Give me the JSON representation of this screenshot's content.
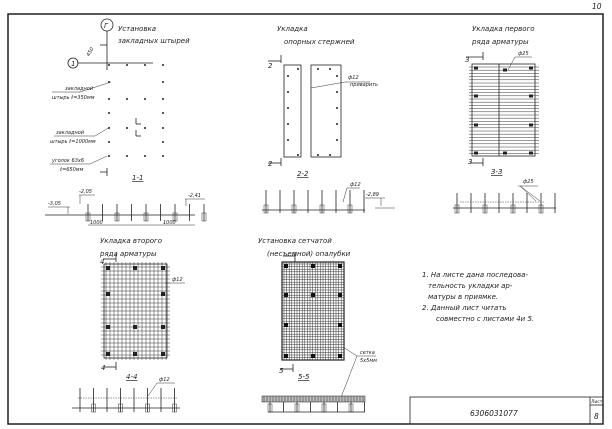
{
  "page_number": "10",
  "sheet": {
    "label": "Лист",
    "number": "8",
    "code": "6306031077"
  },
  "sections": {
    "s1": {
      "marker": "Г",
      "axis": "1",
      "title1": "Установка",
      "title2": "закладных штырей",
      "label_a1": "закладной",
      "label_a2": "штырь ℓ=350мм",
      "label_b1": "закладной",
      "label_b2": "штырь ℓ=1000мм",
      "label_c1": "уголок 63х6",
      "label_c2": "ℓ=650мм",
      "dim_small": "450",
      "cut": "1-1",
      "elev1": "-2,05",
      "elev2": "-3,05",
      "elev3": "-2,41",
      "dim_end1": "1000",
      "dim_end2": "1000"
    },
    "s2": {
      "title1": "Укладка",
      "title2": "опорных стержней",
      "label1": "ф12",
      "label2": "приварить",
      "cut_mark": "2",
      "cut": "2-2",
      "elev_label": "ф12",
      "elev": "-2,89"
    },
    "s3": {
      "title1": "Укладка первого",
      "title2": "ряда арматуры",
      "label": "ф25",
      "cut_mark": "3",
      "cut": "3-3",
      "elev_label": "ф25"
    },
    "s4": {
      "title1": "Укладка второго",
      "title2": "ряда арматуры",
      "label": "ф12",
      "cut_mark": "4",
      "cut": "4-4",
      "elev_label": "ф12"
    },
    "s5": {
      "title1": "Установка сетчатой",
      "title2": "(несъемной) опалубки",
      "label1": "сетка",
      "label2": "5х5мм",
      "cut_mark": "5",
      "cut": "5-5"
    }
  },
  "notes": [
    "1. На листе дана последова-",
    "тельность укладки ар-",
    "матуры в приямке.",
    "2. Данный лист читать",
    "совместно с листами 4и 5."
  ]
}
